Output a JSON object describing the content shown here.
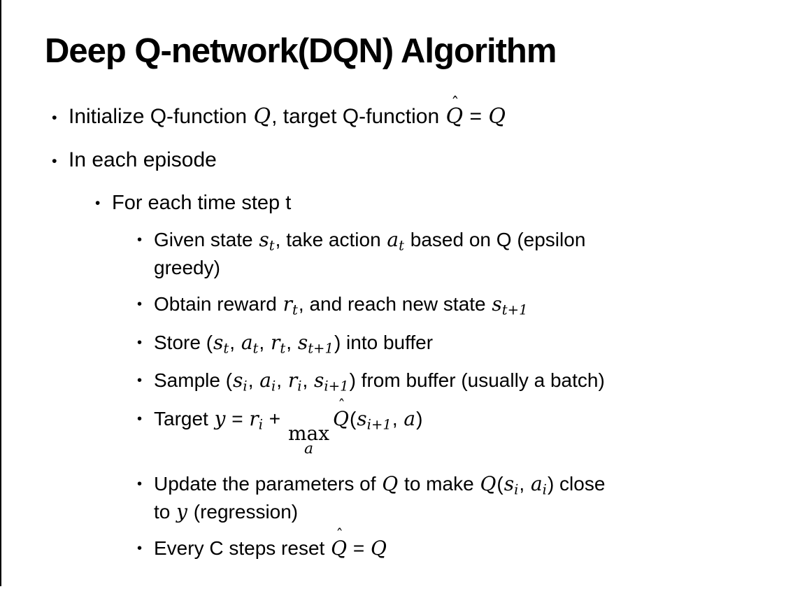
{
  "slide": {
    "title": "Deep Q-network(DQN) Algorithm",
    "bullet_glyph": "•",
    "hat_glyph": "ˆ",
    "colors": {
      "background": "#ffffff",
      "text": "#000000",
      "edge_line": "#000000"
    },
    "bullets": [
      {
        "level": 1,
        "segments": [
          {
            "t": "txt",
            "v": "Initialize Q-function "
          },
          {
            "t": "m",
            "v": "Q"
          },
          {
            "t": "txt",
            "v": ", target Q-function "
          },
          {
            "t": "mhat",
            "v": "Q"
          },
          {
            "t": "txt",
            "v": " = "
          },
          {
            "t": "m",
            "v": "Q"
          }
        ]
      },
      {
        "level": 1,
        "segments": [
          {
            "t": "txt",
            "v": "In each episode"
          }
        ]
      },
      {
        "level": 2,
        "segments": [
          {
            "t": "txt",
            "v": "For each time step t"
          }
        ]
      },
      {
        "level": 3,
        "segments": [
          {
            "t": "txt",
            "v": "Given state "
          },
          {
            "t": "msub",
            "b": "s",
            "s": "t"
          },
          {
            "t": "txt",
            "v": ", take action "
          },
          {
            "t": "msub",
            "b": "a",
            "s": "t"
          },
          {
            "t": "txt",
            "v": " based on Q (epsilon"
          },
          {
            "t": "br"
          },
          {
            "t": "txt",
            "v": "greedy)"
          }
        ]
      },
      {
        "level": 3,
        "segments": [
          {
            "t": "txt",
            "v": "Obtain reward "
          },
          {
            "t": "msub",
            "b": "r",
            "s": "t"
          },
          {
            "t": "txt",
            "v": ", and reach new state "
          },
          {
            "t": "msub",
            "b": "s",
            "s": "t+1"
          }
        ]
      },
      {
        "level": 3,
        "segments": [
          {
            "t": "txt",
            "v": "Store ("
          },
          {
            "t": "msub",
            "b": "s",
            "s": "t"
          },
          {
            "t": "txt",
            "v": ", "
          },
          {
            "t": "msub",
            "b": "a",
            "s": "t"
          },
          {
            "t": "txt",
            "v": ", "
          },
          {
            "t": "msub",
            "b": "r",
            "s": "t"
          },
          {
            "t": "txt",
            "v": ", "
          },
          {
            "t": "msub",
            "b": "s",
            "s": "t+1"
          },
          {
            "t": "txt",
            "v": ") into buffer"
          }
        ]
      },
      {
        "level": 3,
        "segments": [
          {
            "t": "txt",
            "v": "Sample ("
          },
          {
            "t": "msub",
            "b": "s",
            "s": "i"
          },
          {
            "t": "txt",
            "v": ", "
          },
          {
            "t": "msub",
            "b": "a",
            "s": "i"
          },
          {
            "t": "txt",
            "v": ", "
          },
          {
            "t": "msub",
            "b": "r",
            "s": "i"
          },
          {
            "t": "txt",
            "v": ", "
          },
          {
            "t": "msub",
            "b": "s",
            "s": "i+1"
          },
          {
            "t": "txt",
            "v": ") from buffer (usually a batch)"
          }
        ]
      },
      {
        "level": 3,
        "segments": [
          {
            "t": "txt",
            "v": "Target "
          },
          {
            "t": "m",
            "v": "y"
          },
          {
            "t": "txt",
            "v": " = "
          },
          {
            "t": "msub",
            "b": "r",
            "s": "i"
          },
          {
            "t": "txt",
            "v": " + "
          },
          {
            "t": "max",
            "top": "max",
            "bot": "a"
          },
          {
            "t": "mhat",
            "v": "Q"
          },
          {
            "t": "txt",
            "v": "("
          },
          {
            "t": "msub",
            "b": "s",
            "s": "i+1"
          },
          {
            "t": "txt",
            "v": ", "
          },
          {
            "t": "m",
            "v": "a"
          },
          {
            "t": "txt",
            "v": ")"
          }
        ]
      },
      {
        "level": 3,
        "segments": [
          {
            "t": "txt",
            "v": "Update the parameters of "
          },
          {
            "t": "m",
            "v": "Q"
          },
          {
            "t": "txt",
            "v": " to make "
          },
          {
            "t": "m",
            "v": "Q"
          },
          {
            "t": "txt",
            "v": "("
          },
          {
            "t": "msub",
            "b": "s",
            "s": "i"
          },
          {
            "t": "txt",
            "v": ", "
          },
          {
            "t": "msub",
            "b": "a",
            "s": "i"
          },
          {
            "t": "txt",
            "v": ") close"
          },
          {
            "t": "br"
          },
          {
            "t": "txt",
            "v": "to "
          },
          {
            "t": "m",
            "v": "y"
          },
          {
            "t": "txt",
            "v": " (regression)"
          }
        ]
      },
      {
        "level": 3,
        "segments": [
          {
            "t": "txt",
            "v": "Every C steps reset "
          },
          {
            "t": "mhat",
            "v": "Q"
          },
          {
            "t": "txt",
            "v": " = "
          },
          {
            "t": "m",
            "v": "Q"
          }
        ]
      }
    ]
  }
}
